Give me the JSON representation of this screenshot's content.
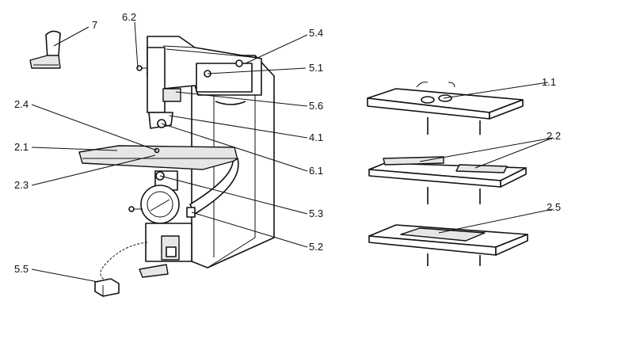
{
  "labels": {
    "l7": "7",
    "l6_2": "6.2",
    "l5_4": "5.4",
    "l5_1": "5.1",
    "l5_6": "5.6",
    "l4_1": "4.1",
    "l2_4": "2.4",
    "l2_1": "2.1",
    "l2_3": "2.3",
    "l6_1": "6.1",
    "l5_3": "5.3",
    "l5_2": "5.2",
    "l5_5": "5.5",
    "l1_1": "1.1",
    "l2_2": "2.2",
    "l2_5": "2.5"
  }
}
